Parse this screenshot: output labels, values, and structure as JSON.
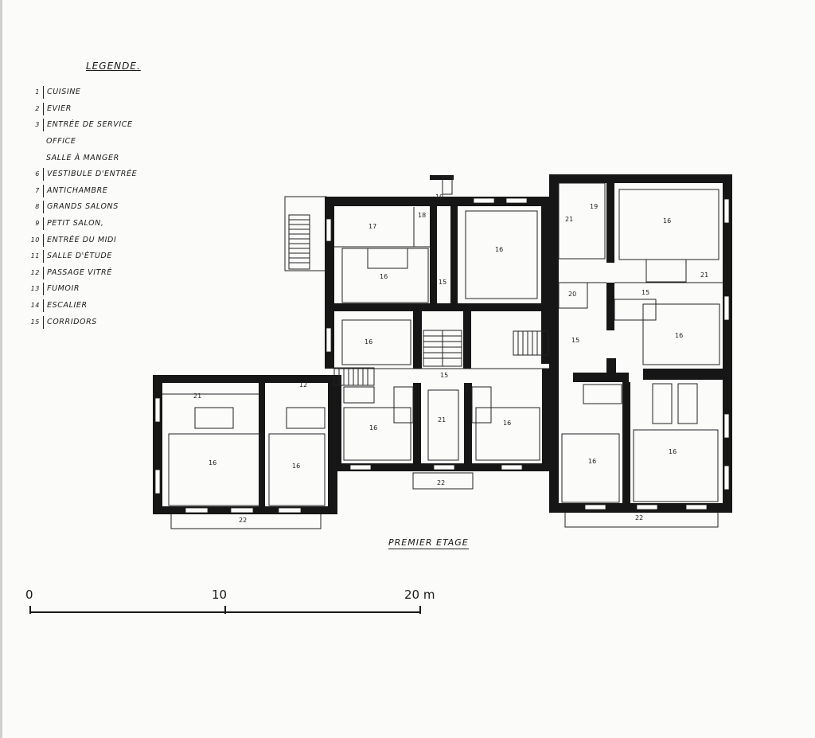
{
  "legend": {
    "title": "LEGENDE.",
    "items": [
      {
        "num": "1",
        "label": "CUISINE"
      },
      {
        "num": "2",
        "label": "EVIER"
      },
      {
        "num": "3",
        "label": "ENTRÉE DE SERVICE"
      },
      {
        "num": "",
        "label": "OFFICE"
      },
      {
        "num": "",
        "label": "SALLE À MANGER"
      },
      {
        "num": "6",
        "label": "VESTIBULE D'ENTRÉE"
      },
      {
        "num": "7",
        "label": "ANTICHAMBRE"
      },
      {
        "num": "8",
        "label": "GRANDS SALONS"
      },
      {
        "num": "9",
        "label": "PETIT SALON,"
      },
      {
        "num": "10",
        "label": "ENTRÉE DU MIDI"
      },
      {
        "num": "11",
        "label": "SALLE D'ÉTUDE"
      },
      {
        "num": "12",
        "label": "PASSAGE VITRÉ"
      },
      {
        "num": "13",
        "label": "FUMOIR"
      },
      {
        "num": "14",
        "label": "ESCALIER"
      },
      {
        "num": "15",
        "label": "CORRIDORS"
      }
    ]
  },
  "plan": {
    "caption": "PREMIER ETAGE",
    "room_labels": {
      "r16": "16",
      "r17": "17",
      "r18": "18",
      "r19": "19",
      "r20": "20",
      "r21": "21",
      "r22": "22",
      "r15": "15",
      "r12": "12"
    }
  },
  "scale": {
    "zero": "0",
    "mid": "10",
    "end": "20 m"
  },
  "colors": {
    "wall": "#161616",
    "paper": "#fbfbf9",
    "line": "#222222"
  }
}
